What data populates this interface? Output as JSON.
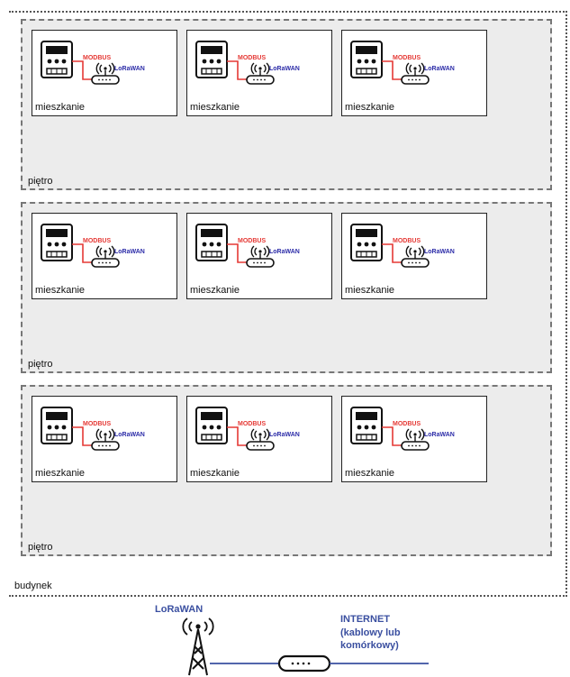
{
  "building": {
    "label": "budynek"
  },
  "floors": [
    {
      "label": "piętro",
      "apartments": [
        {
          "label": "mieszkanie"
        },
        {
          "label": "mieszkanie"
        },
        {
          "label": "mieszkanie"
        }
      ]
    },
    {
      "label": "piętro",
      "apartments": [
        {
          "label": "mieszkanie"
        },
        {
          "label": "mieszkanie"
        },
        {
          "label": "mieszkanie"
        }
      ]
    },
    {
      "label": "piętro",
      "apartments": [
        {
          "label": "mieszkanie"
        },
        {
          "label": "mieszkanie"
        },
        {
          "label": "mieszkanie"
        }
      ]
    }
  ],
  "device": {
    "meter_link": "MODBUS",
    "radio_link": "LoRaWAN"
  },
  "gateway": {
    "radio_label": "LoRaWAN",
    "internet_lines": [
      "INTERNET",
      "(kablowy lub",
      "komórkowy)"
    ]
  },
  "colors": {
    "modbus": "#e53935",
    "lorawan": "#2c2ca8",
    "floor_fill": "#ececec"
  },
  "icons": [
    "energy-meter-icon",
    "lorawan-modem-icon",
    "radio-waves-icon",
    "antenna-tower-icon",
    "internet-router-icon"
  ]
}
